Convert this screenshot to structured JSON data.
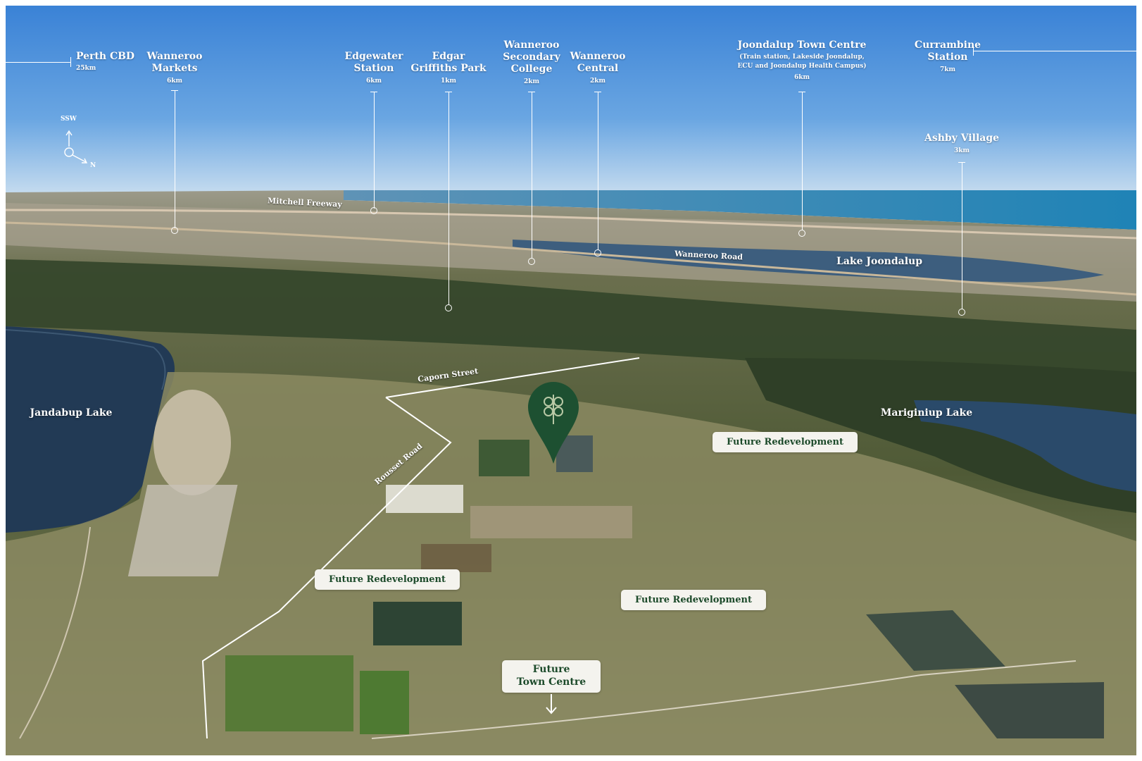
{
  "destinations": [
    {
      "name": "Perth CBD",
      "distance": "25km",
      "icon": "left-arrow-bracket"
    },
    {
      "name": "Wanneroo Markets",
      "distance": "6km"
    },
    {
      "name": "Edgewater Station",
      "distance": "6km"
    },
    {
      "name": "Edgar Griffiths Park",
      "distance": "1km"
    },
    {
      "name": "Wanneroo Secondary College",
      "distance": "2km"
    },
    {
      "name": "Wanneroo Central",
      "distance": "2km"
    },
    {
      "name": "Joondalup Town Centre",
      "subtitle": "(Train station, Lakeside Joondalup, ECU and Joondalup Health Campus)",
      "distance": "6km"
    },
    {
      "name": "Currambine Station",
      "distance": "7km",
      "icon": "right-arrow-bracket"
    },
    {
      "name": "Ashby Village",
      "distance": "3km"
    }
  ],
  "compass": {
    "top_label": "SSW",
    "arrow_label": "N",
    "icon": "compass-icon"
  },
  "places": {
    "jandabup": "Jandabup Lake",
    "mariginiup": "Mariginiup Lake",
    "lake_joondalup": "Lake Joondalup"
  },
  "roads": {
    "mitchell": "Mitchell Freeway",
    "wanneroo": "Wanneroo Road",
    "caporn": "Caporn Street",
    "rousset": "Rousset Road"
  },
  "badges": {
    "future_redevelopment_1": "Future Redevelopment",
    "future_redevelopment_2": "Future Redevelopment",
    "future_redevelopment_3": "Future Redevelopment",
    "town_centre_line1": "Future",
    "town_centre_line2": "Town Centre"
  },
  "pin": {
    "icon": "location-pin-logo-icon",
    "color": "#1d5031"
  },
  "colors": {
    "sky_top": "#3f86d8",
    "sky_horizon": "#b9d6ef",
    "ocean": "#2a86b8",
    "lake": "#233e5e",
    "vegetation": "#2f4523",
    "badge_text": "#1c4a2a",
    "badge_bg": "#f4f3ee"
  }
}
